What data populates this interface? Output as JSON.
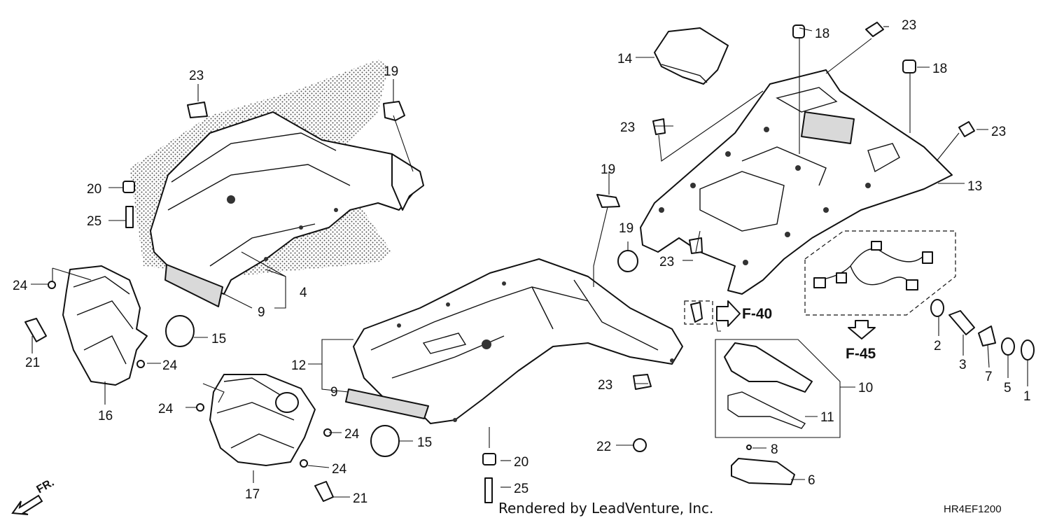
{
  "diagram": {
    "callouts": {
      "c1": "1",
      "c2": "2",
      "c3": "3",
      "c4": "4",
      "c5": "5",
      "c6": "6",
      "c7": "7",
      "c8": "8",
      "c9a": "9",
      "c9b": "9",
      "c10": "10",
      "c11": "11",
      "c12": "12",
      "c13": "13",
      "c14": "14",
      "c15a": "15",
      "c15b": "15",
      "c16": "16",
      "c17": "17",
      "c18a": "18",
      "c18b": "18",
      "c19a": "19",
      "c19b": "19",
      "c19c": "19",
      "c20a": "20",
      "c20b": "20",
      "c21a": "21",
      "c21b": "21",
      "c22": "22",
      "c23a": "23",
      "c23b": "23",
      "c23c": "23",
      "c23d": "23",
      "c23e": "23",
      "c23f": "23",
      "c24a": "24",
      "c24b": "24",
      "c24c": "24",
      "c24d": "24",
      "c24e": "24",
      "c25a": "25",
      "c25b": "25"
    },
    "refs": {
      "f40": "F-40",
      "f45": "F-45"
    },
    "direction": "FR.",
    "credit": "Rendered by LeadVenture, Inc.",
    "diagram_code": "HR4EF1200"
  }
}
